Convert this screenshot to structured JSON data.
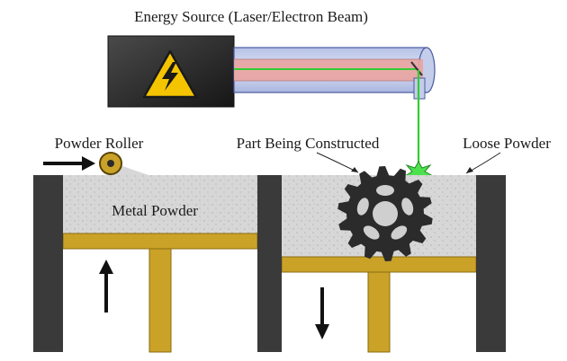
{
  "labels": {
    "energy_source": "Energy Source (Laser/Electron Beam)",
    "powder_roller": "Powder Roller",
    "part_being_constructed": "Part Being Constructed",
    "loose_powder": "Loose Powder",
    "metal_powder": "Metal Powder"
  },
  "icons": {
    "energy_source": "high-voltage-warning-icon",
    "powder_direction": "right-arrow-icon",
    "feed_piston_direction": "up-arrow-icon",
    "build_piston_direction": "down-arrow-icon"
  },
  "colors": {
    "wall": "#3a3a3a",
    "powder": "#d7d7d7",
    "piston": "#c9a227",
    "laser": "#33cc33",
    "beam_tube": "#c8d2ec",
    "beam_core": "#e9a3a0",
    "gear": "#2b2b2b",
    "warning": "#f5c400"
  }
}
